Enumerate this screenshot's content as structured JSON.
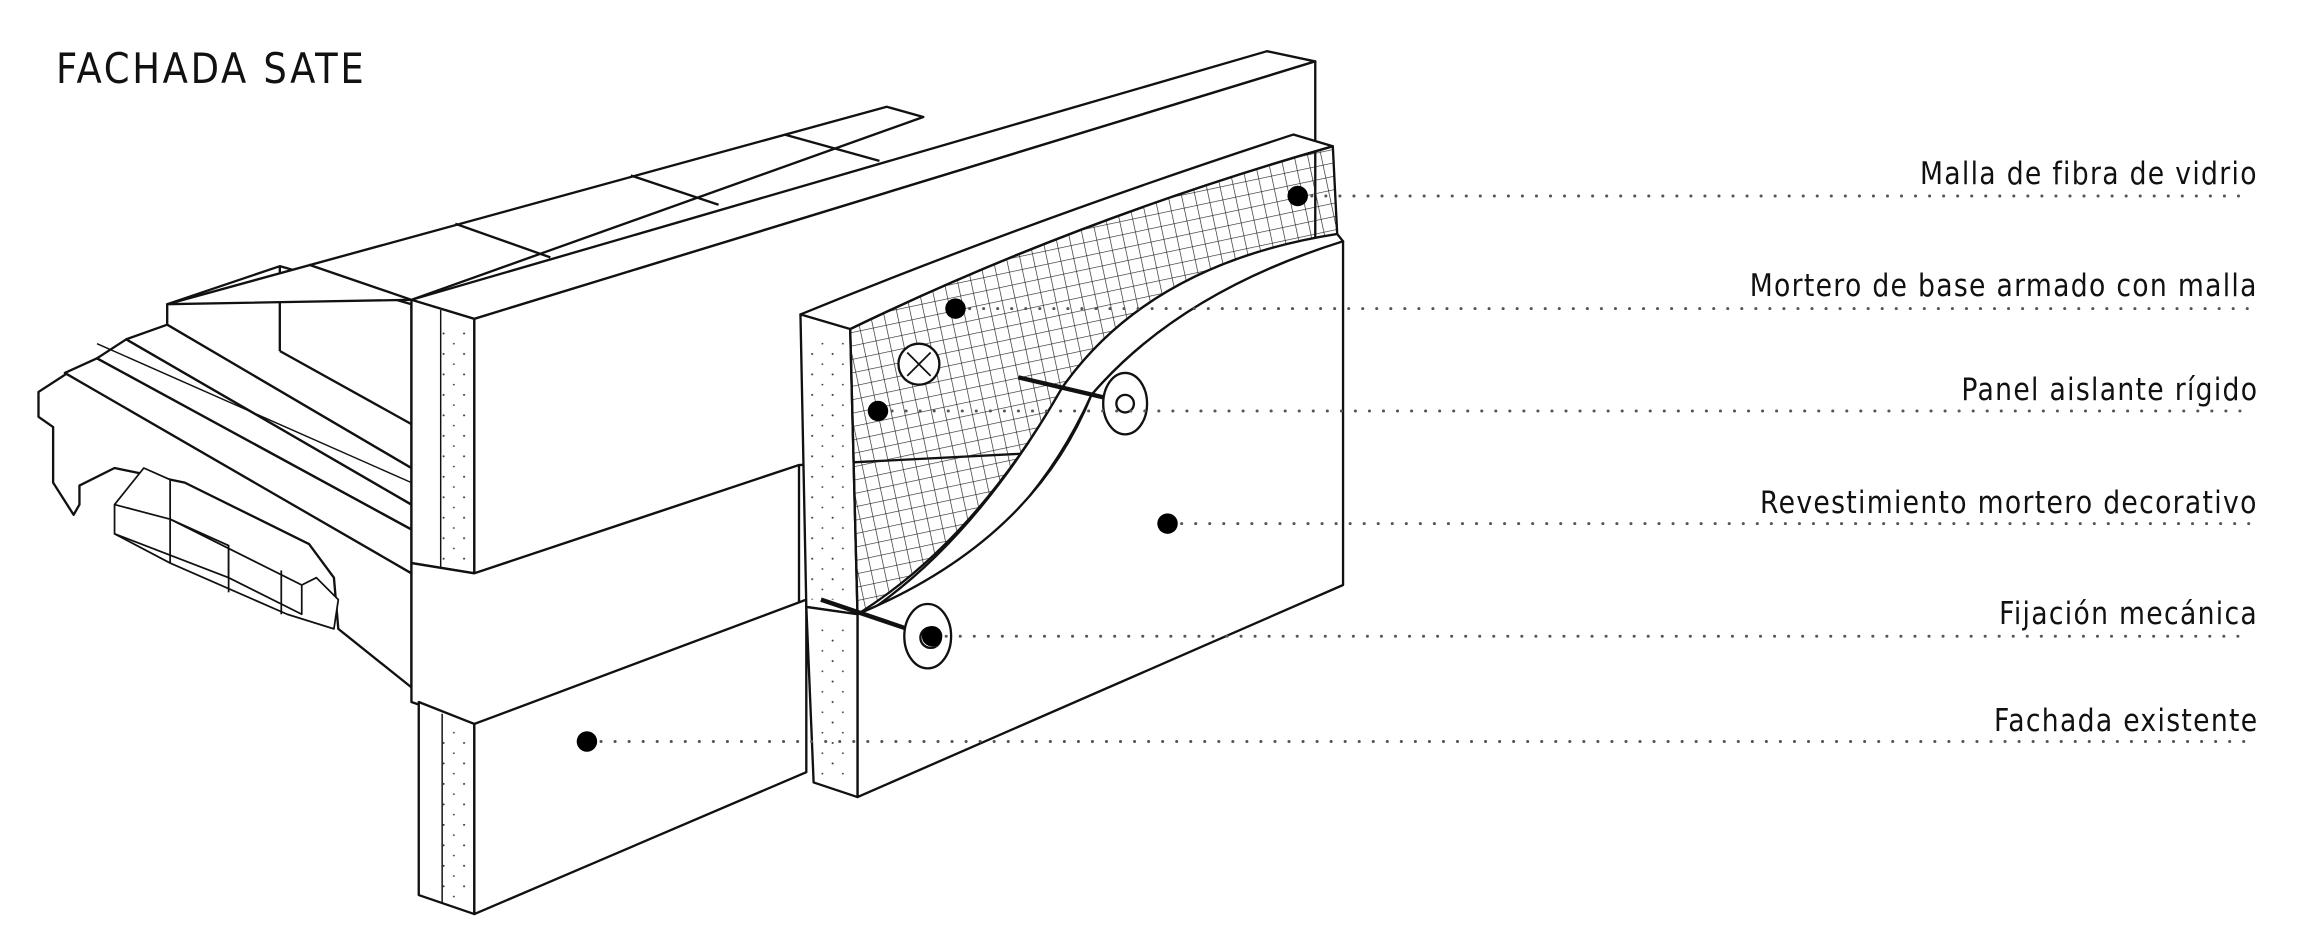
{
  "title": "FACHADA SATE",
  "labels": [
    "Malla de fibra de vidrio",
    "Mortero de base armado con malla",
    "Panel aislante rígido",
    "Revestimiento mortero decorativo",
    "Fijación mecánica",
    "Fachada existente"
  ],
  "colors": {
    "ink": "#111111",
    "dots": "#555555",
    "background": "#ffffff"
  }
}
